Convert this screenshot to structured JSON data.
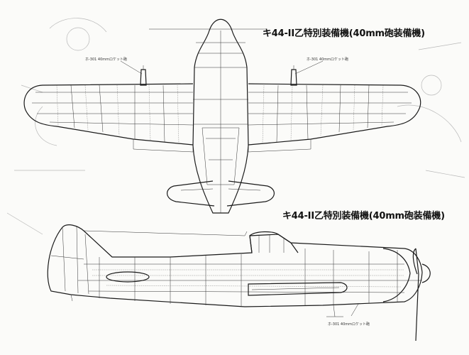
{
  "plan_view": {
    "title": "キ44-II乙特別装備機(40mm砲装備機)",
    "note_left": "ホ-301 40mmロケット砲",
    "note_right": "ホ-301 40mmロケット砲"
  },
  "side_view": {
    "title": "キ44-II乙特別装備機(40mm砲装備機)",
    "note": "ホ-301 40mmロケット砲"
  },
  "colors": {
    "paper": "#fbfbf9",
    "ink": "#1a1a1a",
    "faint_background_lines": "#b8b8b8"
  }
}
